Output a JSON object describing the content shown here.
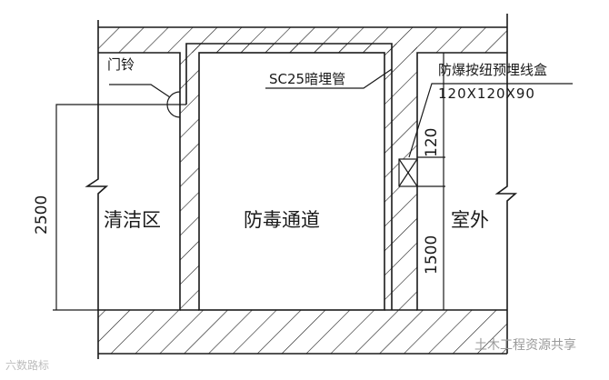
{
  "drawing": {
    "rooms": {
      "clean_zone": "清洁区",
      "decon_passage": "防毒通道",
      "outdoor": "室外"
    },
    "annotations": {
      "doorbell": "门铃",
      "conduit": "SC25暗埋管",
      "button_box_title": "防爆按纽预埋线盒",
      "button_box_size": "120X120X90"
    },
    "dimensions": {
      "left_height": "2500",
      "box_offset": "120",
      "right_height": "1500"
    }
  },
  "watermarks": {
    "bottom_left": "六数路标",
    "bottom_right": "土木工程资源共享"
  },
  "colors": {
    "line": "#1a1a1a",
    "background": "#ffffff"
  }
}
